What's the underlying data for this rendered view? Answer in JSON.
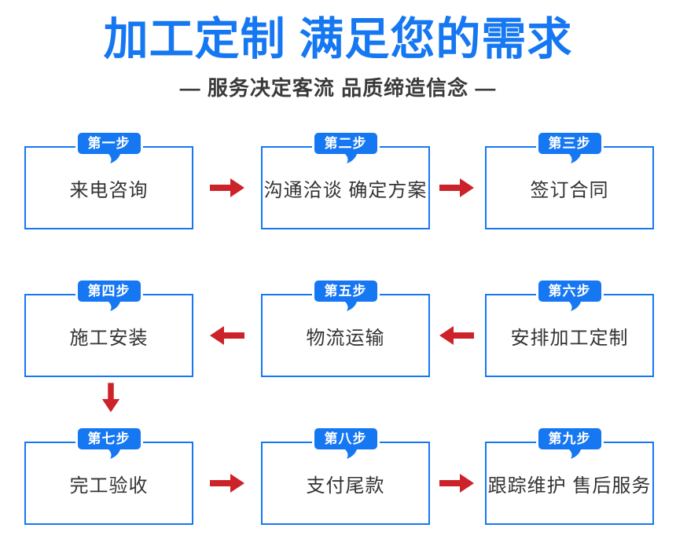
{
  "header": {
    "title": "加工定制 满足您的需求",
    "subtitle": "— 服务决定客流 品质缔造信念 —"
  },
  "colors": {
    "accent_blue": "#1677f2",
    "arrow_red": "#cc2229",
    "text_dark": "#333333",
    "badge_text": "#ffffff",
    "background": "#ffffff"
  },
  "steps": [
    {
      "badge": "第一步",
      "label": "来电咨询"
    },
    {
      "badge": "第二步",
      "label": "沟通洽谈 确定方案"
    },
    {
      "badge": "第三步",
      "label": "签订合同"
    },
    {
      "badge": "第四步",
      "label": "施工安装"
    },
    {
      "badge": "第五步",
      "label": "物流运输"
    },
    {
      "badge": "第六步",
      "label": "安排加工定制"
    },
    {
      "badge": "第七步",
      "label": "完工验收"
    },
    {
      "badge": "第八步",
      "label": "支付尾款"
    },
    {
      "badge": "第九步",
      "label": "跟踪维护 售后服务"
    }
  ],
  "flow_arrows": [
    {
      "from": "第一步",
      "to": "第二步",
      "direction": "right"
    },
    {
      "from": "第二步",
      "to": "第三步",
      "direction": "right"
    },
    {
      "from": "第六步",
      "to": "第五步",
      "direction": "left"
    },
    {
      "from": "第五步",
      "to": "第四步",
      "direction": "left"
    },
    {
      "from": "第四步",
      "to": "第七步",
      "direction": "down"
    },
    {
      "from": "第七步",
      "to": "第八步",
      "direction": "right"
    },
    {
      "from": "第八步",
      "to": "第九步",
      "direction": "right"
    }
  ]
}
